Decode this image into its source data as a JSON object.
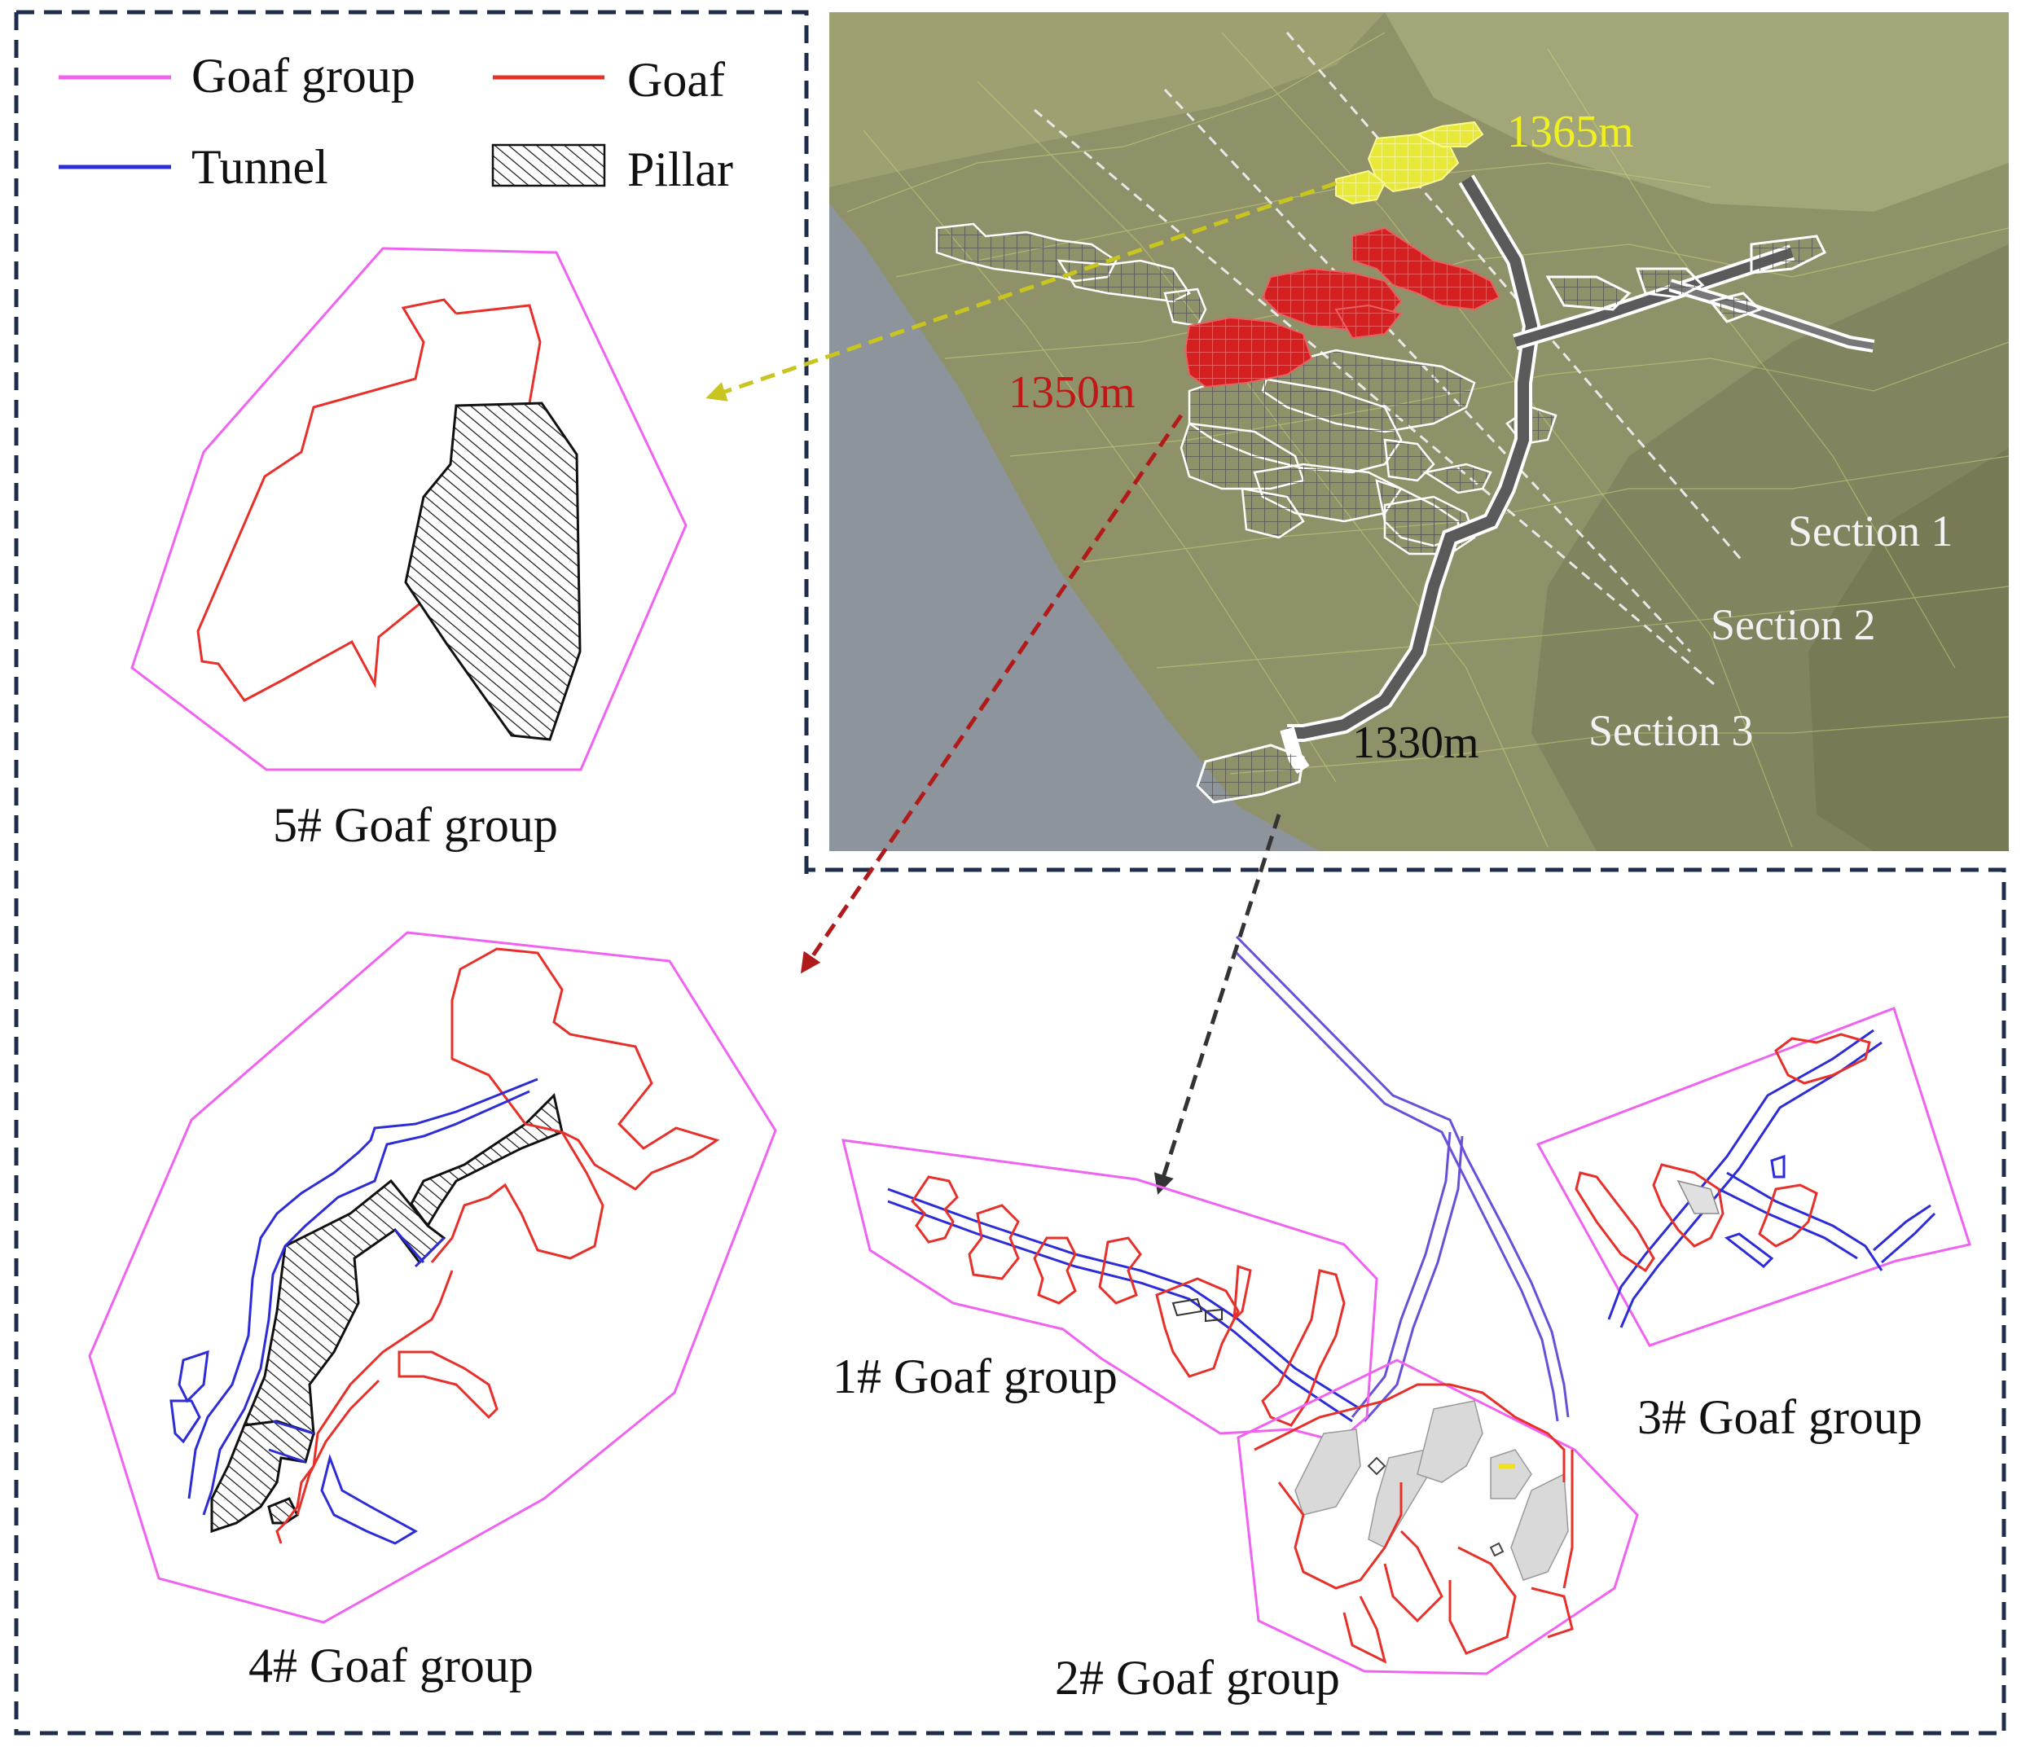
{
  "legend": {
    "goaf_group": "Goaf group",
    "goaf": "Goaf",
    "tunnel": "Tunnel",
    "pillar": "Pillar"
  },
  "elevations": {
    "upper": "1365m",
    "middle": "1350m",
    "lower": "1330m"
  },
  "sections": {
    "s1": "Section 1",
    "s2": "Section 2",
    "s3": "Section 3"
  },
  "groups": {
    "g1": "1# Goaf group",
    "g2": "2# Goaf group",
    "g3": "3# Goaf group",
    "g4": "4# Goaf group",
    "g5": "5# Goaf group"
  },
  "colors": {
    "goaf_group": "#f062f0",
    "goaf": "#e8302a",
    "tunnel": "#2c2cd8",
    "frame": "#1f2d4d",
    "upper_level": "#e6e62a",
    "middle_level": "#d42020",
    "model_terrain": "#8f9268",
    "model_bg": "#8d949b"
  }
}
